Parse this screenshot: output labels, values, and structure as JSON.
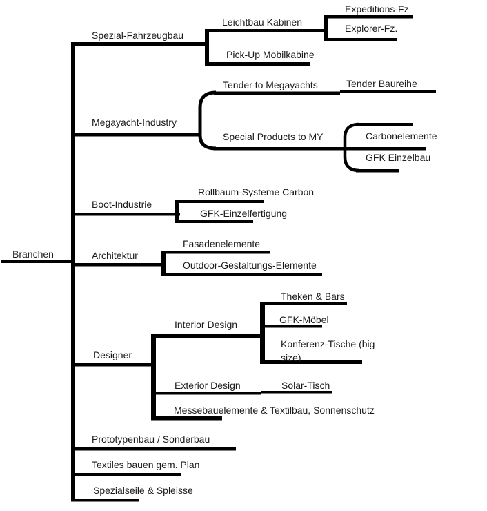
{
  "diagram": {
    "title": "Branchen",
    "colors": {
      "line": "#000000",
      "text": "#1b1b1b",
      "background": "#ffffff"
    },
    "root": {
      "label": "Branchen"
    },
    "branches": [
      {
        "label": "Spezial-Fahrzeugbau",
        "children": [
          {
            "label": "Leichtbau Kabinen",
            "children": [
              {
                "label": "Expeditions-Fz"
              },
              {
                "label": "Explorer-Fz."
              }
            ]
          },
          {
            "label": "Pick-Up Mobilkabine"
          }
        ]
      },
      {
        "label": "Megayacht-Industry",
        "children": [
          {
            "label": "Tender to Megayachts",
            "children": [
              {
                "label": "Tender Baureihe"
              }
            ]
          },
          {
            "label": "Special Products to MY",
            "children": [
              {
                "label": "Carbonelemente"
              },
              {
                "label": "GFK Einzelbau"
              }
            ]
          }
        ]
      },
      {
        "label": "Boot-Industrie",
        "children": [
          {
            "label": "Rollbaum-Systeme Carbon"
          },
          {
            "label": "GFK-Einzelfertigung"
          }
        ]
      },
      {
        "label": "Architektur",
        "children": [
          {
            "label": "Fasadenelemente"
          },
          {
            "label": "Outdoor-Gestaltungs-Elemente"
          }
        ]
      },
      {
        "label": "Designer",
        "children": [
          {
            "label": "Interior Design",
            "children": [
              {
                "label": "Theken & Bars"
              },
              {
                "label": "GFK-Möbel"
              },
              {
                "label": "Konferenz-Tische (big size)"
              }
            ]
          },
          {
            "label": "Exterior Design",
            "children": [
              {
                "label": "Solar-Tisch"
              }
            ]
          },
          {
            "label": "Messebauelemente & Textilbau, Sonnenschutz"
          }
        ]
      },
      {
        "label": "Prototypenbau / Sonderbau"
      },
      {
        "label": "Textiles bauen gem. Plan"
      },
      {
        "label": "Spezialseile & Spleisse"
      }
    ]
  }
}
